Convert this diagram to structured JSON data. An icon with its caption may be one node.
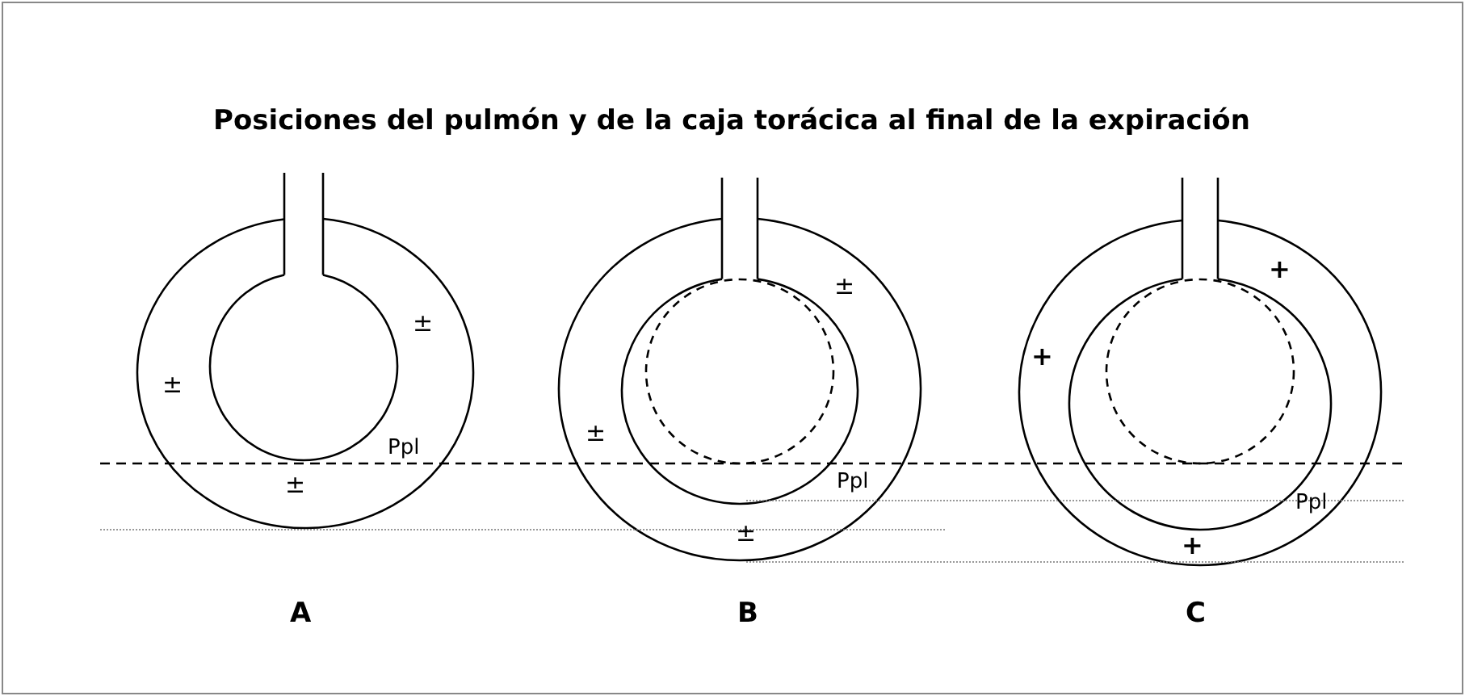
{
  "diagram": {
    "title": "Posiciones del pulmón y de la caja torácica al final de la expiración",
    "labels": [
      "±",
      "±",
      "Ppl",
      "±",
      "±",
      "±",
      "Ppl",
      "±",
      "+",
      "+",
      "Ppl",
      "+",
      "A",
      "B",
      "C"
    ]
  }
}
